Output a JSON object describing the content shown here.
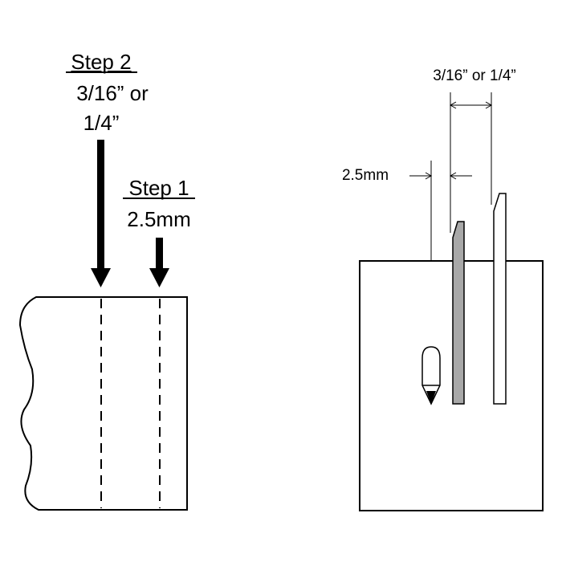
{
  "left_panel": {
    "step2_title": "Step 2",
    "step2_line1": "3/16” or",
    "step2_line2": "1/4”",
    "step1_title": "Step 1",
    "step1_value": "2.5mm"
  },
  "right_panel": {
    "top_dimension": "3/16” or 1/4”",
    "side_dimension": "2.5mm"
  },
  "colors": {
    "stroke": "#000000",
    "blade_fill": "#a8a8a8",
    "background": "#ffffff"
  }
}
